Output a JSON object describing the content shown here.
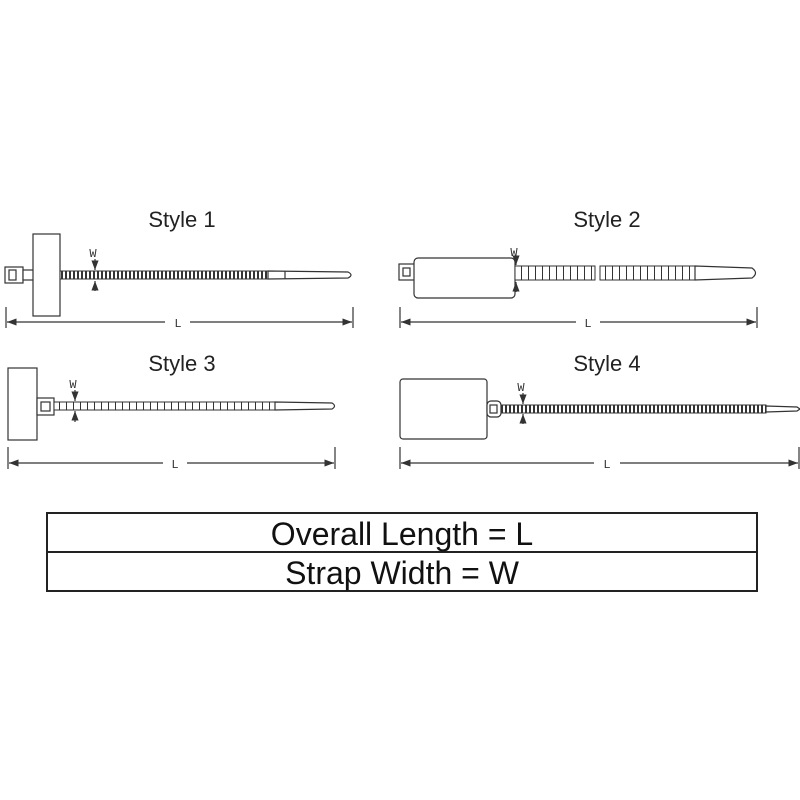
{
  "styles": [
    {
      "title": "Style 1",
      "width_label": "W",
      "length_label": "L"
    },
    {
      "title": "Style 2",
      "width_label": "W",
      "length_label": "L"
    },
    {
      "title": "Style 3",
      "width_label": "W",
      "length_label": "L"
    },
    {
      "title": "Style 4",
      "width_label": "W",
      "length_label": "L"
    }
  ],
  "legend": {
    "row1": "Overall Length = L",
    "row2": "Strap Width = W"
  },
  "colors": {
    "line": "#333333",
    "background": "#ffffff"
  }
}
